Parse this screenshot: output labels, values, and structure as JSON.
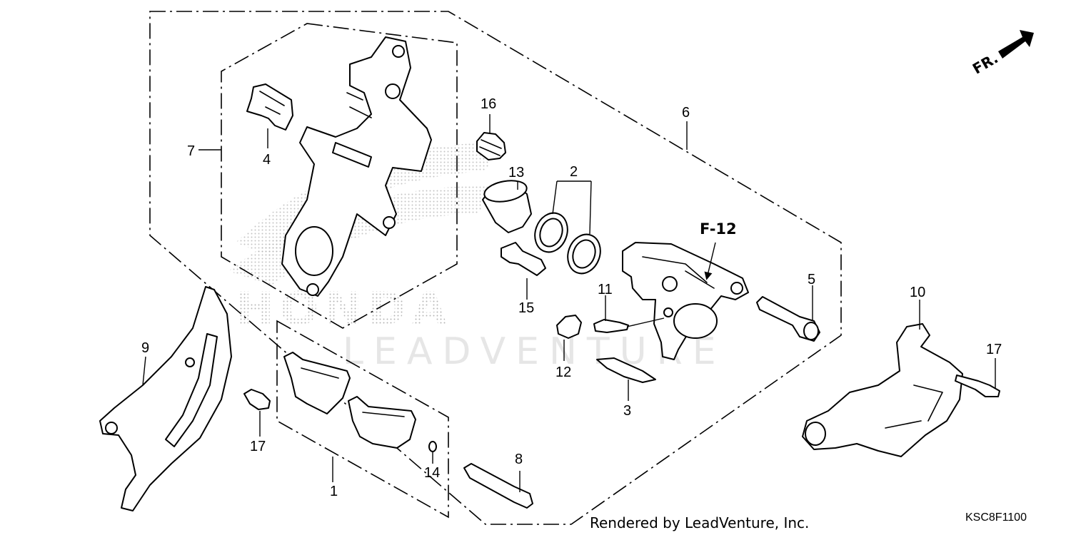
{
  "callouts": {
    "c1": "1",
    "c2": "2",
    "c3": "3",
    "c4": "4",
    "c5": "5",
    "c6": "6",
    "c7": "7",
    "c8": "8",
    "c9": "9",
    "c10": "10",
    "c11": "11",
    "c12": "12",
    "c13": "13",
    "c14": "14",
    "c15": "15",
    "c16": "16",
    "c17a": "17",
    "c17b": "17"
  },
  "reference": "F-12",
  "direction": "FR.",
  "footer": {
    "rendered_by": "Rendered by LeadVenture, Inc.",
    "code": "KSC8F1100"
  },
  "watermark": {
    "brand": "HONDA",
    "company": "LEADVENTURE"
  }
}
